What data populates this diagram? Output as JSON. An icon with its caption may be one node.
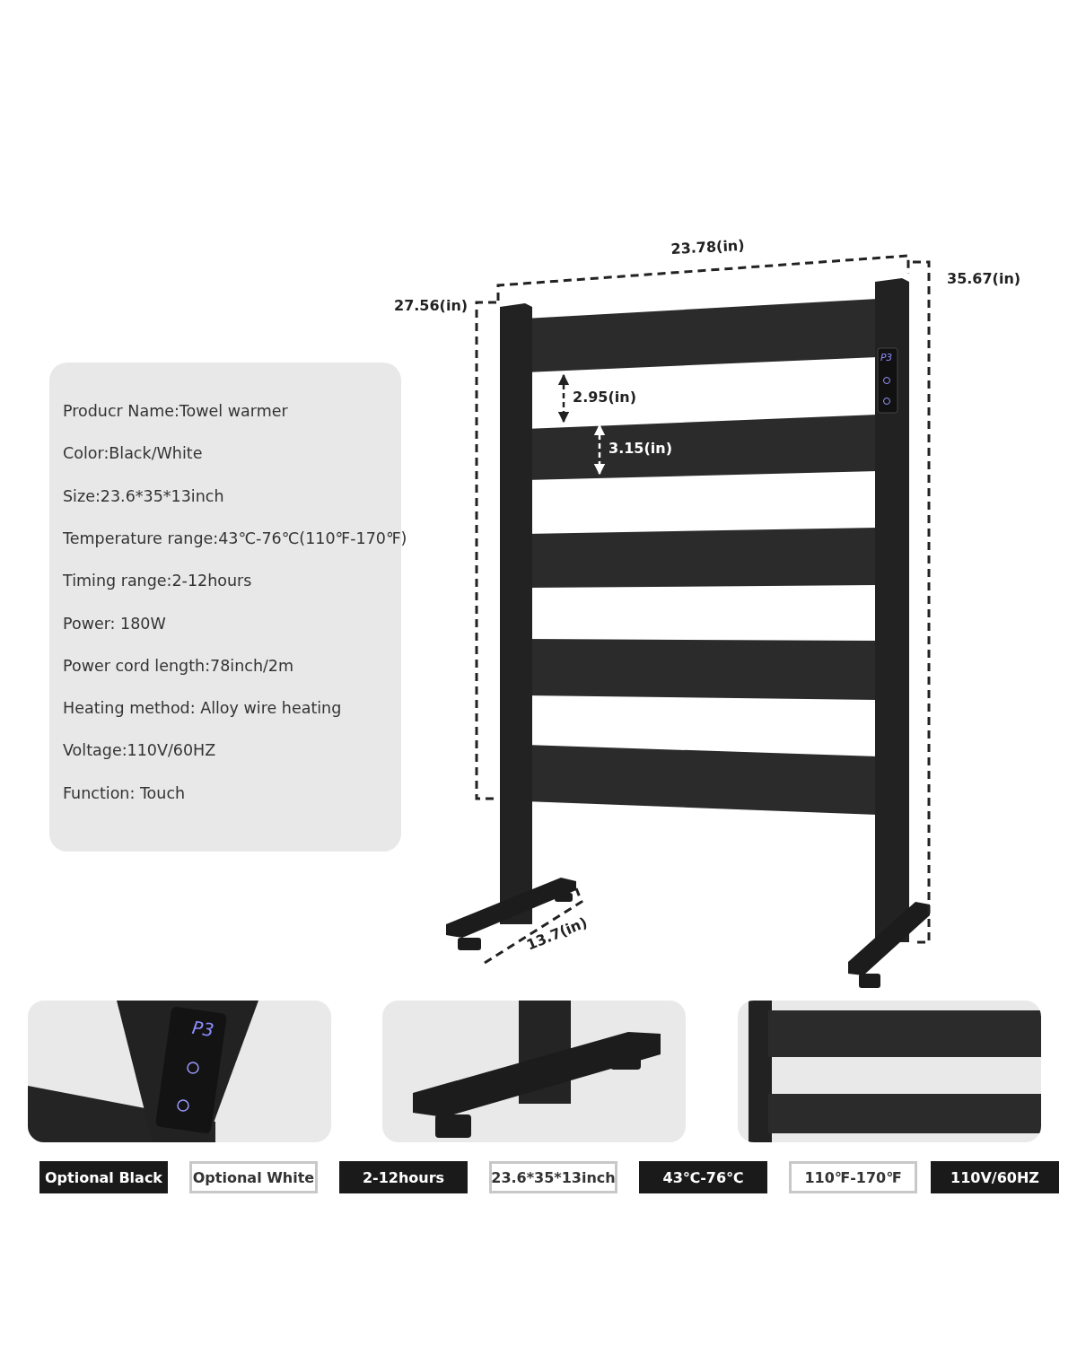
{
  "diagram": {
    "nodes": [
      {
        "text": [
          "Producr Name:Towel warmer",
          "Color:Black/White",
          "Size:23.6*35*13inch",
          "Temperature range:43℃-76℃(110℉-170℉)",
          "Timing range:2-12hours",
          "Power: 180W",
          "Power cord length:78inch/2m",
          "Heating method: Alloy wire heating",
          "Voltage:110V/60HZ",
          "Function: Touch"
        ]
      },
      {
        "text": [
          "Optional Black"
        ]
      },
      {
        "text": [
          "Optional White"
        ]
      },
      {
        "text": [
          "2-12hours"
        ]
      },
      {
        "text": [
          "23.6*35*13inch"
        ]
      },
      {
        "text": [
          "43℃-76℃"
        ]
      },
      {
        "text": [
          "110℉-170℉"
        ]
      },
      {
        "text": [
          "110V/60HZ"
        ]
      }
    ],
    "labels": [
      "23.78(in)",
      "35.67(in)",
      "27.56(in)",
      "P3",
      "2.95(in)",
      "3.15(in)",
      "13.7(in)",
      "P3"
    ]
  }
}
